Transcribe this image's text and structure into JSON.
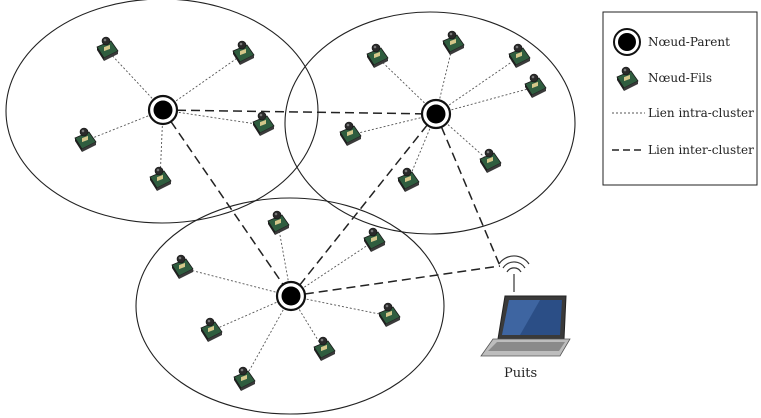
{
  "legend": {
    "parent": "Nœud-Parent",
    "child": "Nœud-Fils",
    "intra": "Lien intra-cluster",
    "inter": "Lien inter-cluster"
  },
  "sink": {
    "label": "Puits"
  },
  "colors": {
    "node_body": "#2f5d3f",
    "node_board": "#1f1f1f",
    "node_chip": "#d4c78a",
    "line": "#333333",
    "laptop_screen": "#2b4e86"
  }
}
